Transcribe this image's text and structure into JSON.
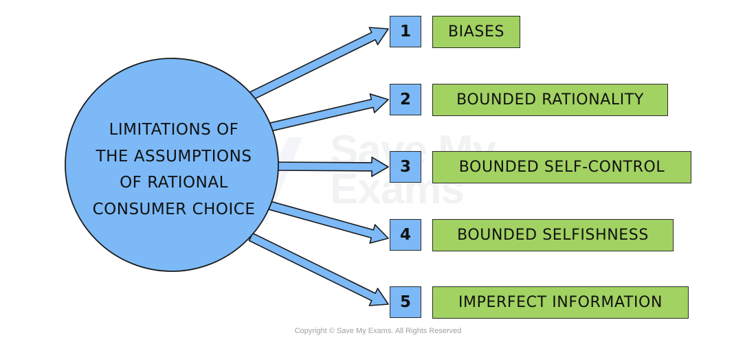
{
  "diagram": {
    "hub": {
      "lines": [
        "LIMITATIONS OF",
        "THE ASSUMPTIONS",
        "OF RATIONAL",
        "CONSUMER CHOICE"
      ],
      "fill_color": "#7cb9f6"
    },
    "items": [
      {
        "number": "1",
        "label": "BIASES"
      },
      {
        "number": "2",
        "label": "BOUNDED RATIONALITY"
      },
      {
        "number": "3",
        "label": "BOUNDED SELF-CONTROL"
      },
      {
        "number": "4",
        "label": "BOUNDED SELFISHNESS"
      },
      {
        "number": "5",
        "label": "IMPERFECT INFORMATION"
      }
    ],
    "number_box_color": "#7cb9f6",
    "label_box_color": "#a2d262",
    "arrow_color": "#7cb9f6"
  },
  "watermark": {
    "line1": "Save My",
    "line2": "Exams"
  },
  "footer": {
    "copyright": "Copyright © Save My Exams. All Rights Reserved"
  }
}
